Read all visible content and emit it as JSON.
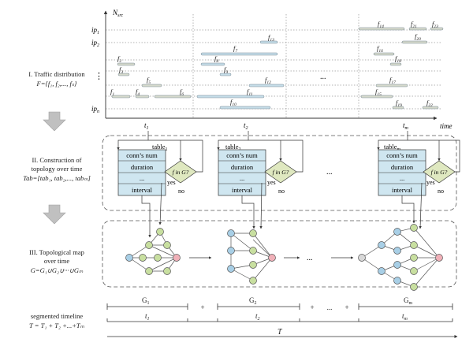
{
  "sections": {
    "s1": {
      "title": "I. Traffic distribution",
      "formula": "F={f₁, f₂,..., fₛ}"
    },
    "s2": {
      "title1": "II. Construction of",
      "title2": "topology over time",
      "formula": "Tab=[tab₁, tab₂,..., tabₘ]"
    },
    "s3": {
      "title1": "III. Topological map",
      "title2": "over time",
      "formula": "G=G₁∪G₂∪···∪Gₘ"
    },
    "s4": {
      "title": "segmented timeline",
      "formula": "T = T₁ + T₂ +...+Tₘ"
    }
  },
  "traffic": {
    "y_axis_label": "N",
    "y_axis_sub": "src",
    "x_axis_label": "time",
    "ip_labels": {
      "ip1": "ip",
      "ip1_sub": "1",
      "ip2": "ip",
      "ip2_sub": "2",
      "ipn": "ip",
      "ipn_sub": "n"
    },
    "vdots": "⋮",
    "hdots": "...",
    "flow_labels": {
      "f1": "f",
      "f1s": "1",
      "f2": "f",
      "f2s": "2",
      "f3": "f",
      "f3s": "3",
      "f4": "f",
      "f4s": "4",
      "f5": "f",
      "f5s": "5",
      "f6": "f",
      "f6s": "6",
      "f7": "f",
      "f7s": "7",
      "f8": "f",
      "f8s": "8",
      "f9": "f",
      "f9s": "9",
      "f10": "f",
      "f10s": "10",
      "f11": "f",
      "f11s": "11",
      "f12": "f",
      "f12s": "12",
      "f13": "f",
      "f13s": "13",
      "f14": "f",
      "f14s": "14",
      "f15": "f",
      "f15s": "15",
      "f16": "f",
      "f16s": "16",
      "f17": "f",
      "f17s": "17",
      "f18": "f",
      "f18s": "18",
      "f19": "f",
      "f19s": "19",
      "f20": "f",
      "f20s": "20",
      "f21": "f",
      "f21s": "21",
      "f22": "f",
      "f22s": "22",
      "f23": "f",
      "f23s": "23"
    },
    "time_markers": {
      "t1": "t",
      "t1s": "1",
      "t2": "t",
      "t2s": "2",
      "tm": "t",
      "tms": "m"
    }
  },
  "tables": {
    "t1": {
      "label": "table",
      "label_sub": "1"
    },
    "t2": {
      "label": "table",
      "label_sub": "2"
    },
    "tm": {
      "label": "table",
      "label_sub": "m"
    },
    "rows": {
      "conn": "conn’s num",
      "duration": "duration",
      "dots": "...",
      "interval": "interval"
    },
    "decision": "f in G?",
    "yes": "yes",
    "no": "no",
    "hdots": "..."
  },
  "graphs": {
    "hdots1": "...",
    "hdots2": "..."
  },
  "timeline": {
    "g1": "G",
    "g1s": "1",
    "g2": "G",
    "g2s": "2",
    "gm": "G",
    "gms": "m",
    "plus": "+",
    "dots": "...",
    "t1": "t",
    "t1s": "1",
    "t2": "t",
    "t2s": "2",
    "tm": "t",
    "tms": "m",
    "T": "T"
  },
  "colors": {
    "blue_node": "#a8cfe6",
    "green_node": "#c8dfa0",
    "red_node": "#f0b0b8",
    "grey_node": "#d8d8d8",
    "table_fill": "#cfe6f0",
    "diamond_fill": "#dfe8c0",
    "arrow_grey": "#b0b0b0"
  }
}
